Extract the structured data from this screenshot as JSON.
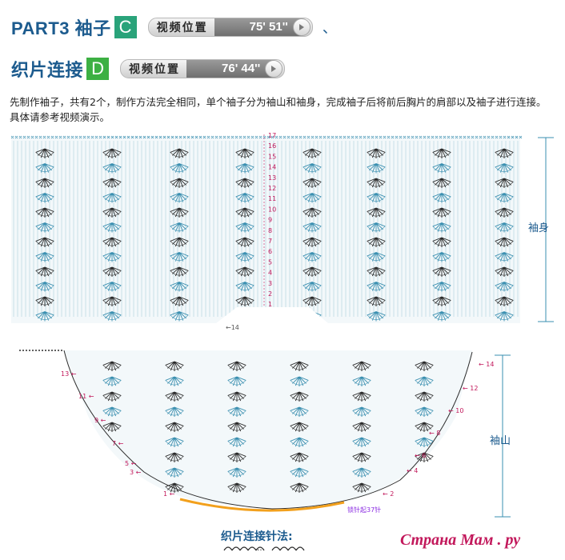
{
  "header1": {
    "title": "PART3 袖子",
    "badge": "C",
    "badge_color": "#2aa37a",
    "label": "视频位置",
    "time": "75' 51''",
    "separator": "、"
  },
  "header2": {
    "title": "织片连接",
    "badge": "D",
    "badge_color": "#3cb043",
    "label": "视频位置",
    "time": "76' 44''"
  },
  "description": "先制作袖子，共有2个，制作方法完全相同，单个袖子分为袖山和袖身，完成袖子后将前后胸片的肩部以及袖子进行连接。具体请参考视频演示。",
  "sleeve_body": {
    "label": "袖身",
    "row_labels": [
      "17",
      "16",
      "15",
      "14",
      "13",
      "12",
      "11",
      "10",
      "9",
      "8",
      "7",
      "6",
      "5",
      "4",
      "3",
      "2",
      "1"
    ],
    "edge_label": "14"
  },
  "sleeve_cap": {
    "label": "袖山",
    "left_labels": [
      "13",
      "11",
      "9",
      "7",
      "5",
      "3",
      "1"
    ],
    "right_labels": [
      "14",
      "12",
      "10",
      "8",
      "6",
      "4",
      "2"
    ],
    "start_note": "锁针起37针"
  },
  "joining": {
    "title": "织片连接针法:"
  },
  "watermark": "Страна Мам . ру",
  "colors": {
    "title": "#1c5b8e",
    "chart": "#3a8fb0",
    "accent": "#c2185b"
  }
}
